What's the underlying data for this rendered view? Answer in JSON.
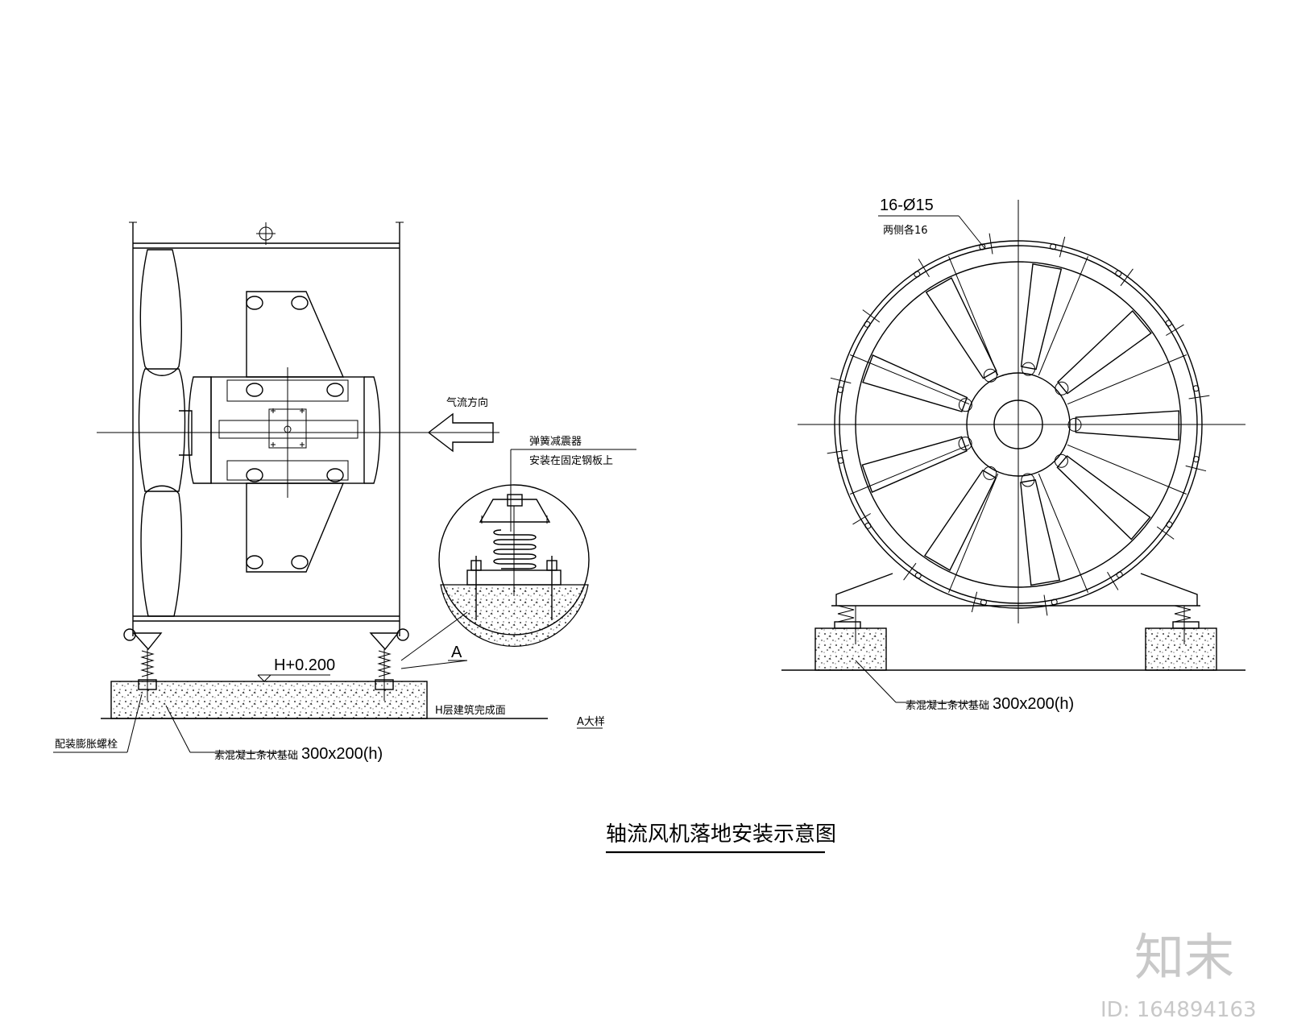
{
  "drawing": {
    "title": "轴流风机落地安装示意图",
    "side_view": {
      "label_airflow": "气流方向",
      "label_spring_1": "弹簧减震器",
      "label_spring_2": "安装在固定钢板上",
      "label_elevation": "H+0.200",
      "label_callout": "A",
      "label_floor": "H层建筑完成面",
      "label_detail": "A大样",
      "label_bolt": "配装膨胀螺栓",
      "label_base_cn": "素混凝土条状基础",
      "label_base_dim": "300x200(h)"
    },
    "front_view": {
      "label_holes": "16-Ø15",
      "label_holes_sub": "两侧各16",
      "label_base_cn": "素混凝土条状基础",
      "label_base_dim": "300x200(h)"
    }
  },
  "watermark": {
    "brand": "知末",
    "id": "ID: 164894163"
  }
}
